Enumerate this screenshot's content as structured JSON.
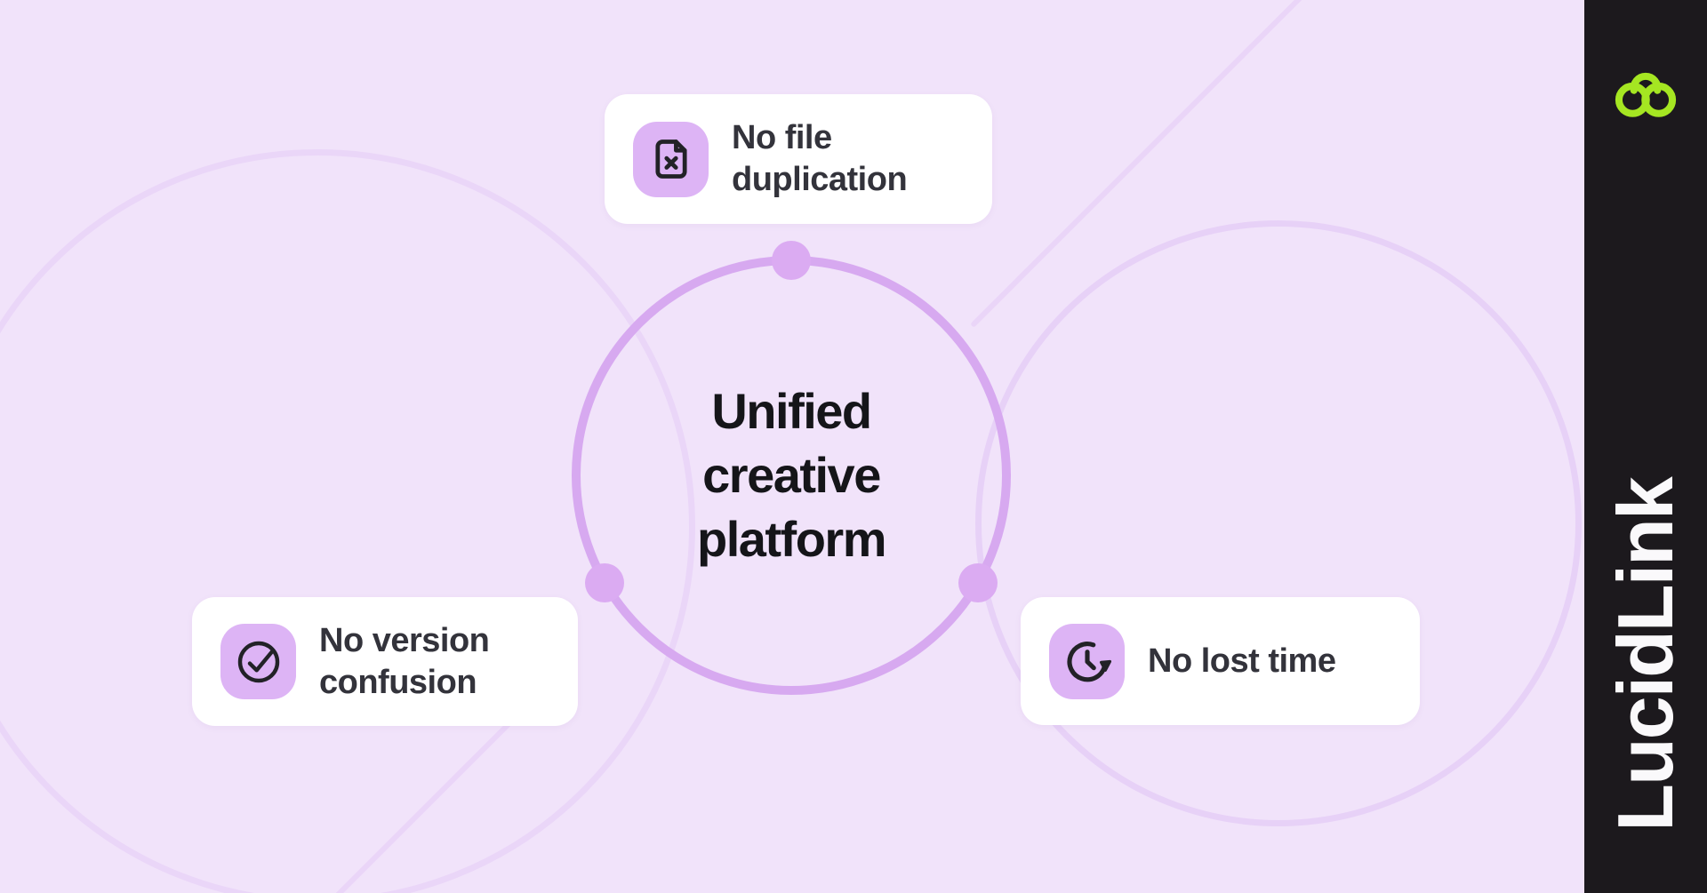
{
  "page": {
    "type": "marketing-benefits-diagram",
    "background_color": "#F1E3FA"
  },
  "center_circle": {
    "title": "Unified\ncreative\nplatform",
    "ring_color": "#D7A9F0",
    "node_color": "#DBABF2",
    "node_count": 3
  },
  "cards": [
    {
      "id": "file-duplication",
      "label": "No file\nduplication",
      "icon": "file-x-icon"
    },
    {
      "id": "version-confusion",
      "label": "No version\nconfusion",
      "icon": "circle-check-icon"
    },
    {
      "id": "lost-time",
      "label": "No lost time",
      "icon": "clock-rotate-icon"
    }
  ],
  "sidebar": {
    "wordmark": "LucidLink",
    "logo": "lucidlink-knot-logo",
    "background_color": "#1C191D",
    "logo_color": "#A5E622",
    "text_color": "#FAF9FB"
  },
  "colors": {
    "card_background": "#FFFFFF",
    "icon_tile_background": "#DDB4F5",
    "icon_stroke": "#222227",
    "title_text": "#151519",
    "card_text": "#33333B",
    "decorative_ring": "#EAD6F8",
    "decorative_line": "#EAD5F8"
  }
}
